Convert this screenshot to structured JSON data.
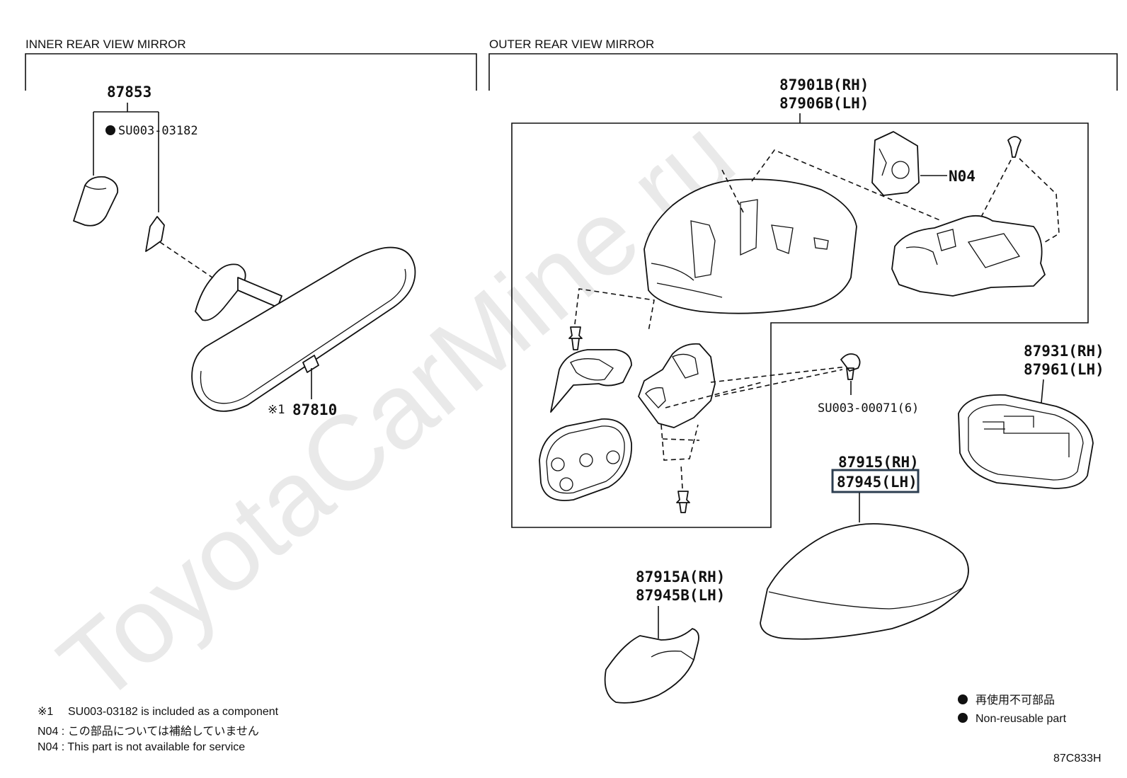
{
  "sections": {
    "inner_title": "INNER REAR VIEW MIRROR",
    "outer_title": "OUTER REAR VIEW MIRROR"
  },
  "callouts": {
    "c87853": "87853",
    "su003_03182": "SU003-03182",
    "star_mark": "※1",
    "c87810": "87810",
    "c87901b_rh": "87901B(RH)",
    "c87906b_lh": "87906B(LH)",
    "n04": "N04",
    "su003_00071": "SU003-00071(6)",
    "c87931_rh": "87931(RH)",
    "c87961_lh": "87961(LH)",
    "c87915_rh": "87915(RH)",
    "c87945_lh": "87945(LH)",
    "c87915a_rh": "87915A(RH)",
    "c87945b_lh": "87945B(LH)"
  },
  "notes": {
    "note1_mark": "※1",
    "note1_text": "SU003-03182 is included as a component",
    "note2": "N04 : この部品については補給していません",
    "note3": "N04 : This part is not available for service"
  },
  "legend": {
    "jp": "再使用不可部品",
    "en": "Non-reusable part"
  },
  "diagram_code": "87C833H",
  "watermark": "ToyotaCarMine.ru",
  "highlight_color": "#2c3e50"
}
